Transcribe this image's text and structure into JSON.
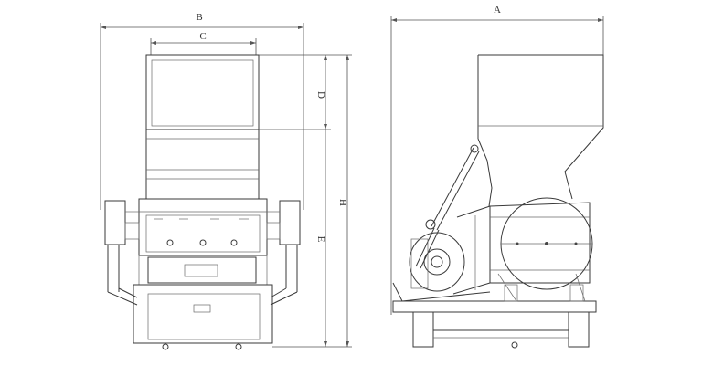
{
  "figure": {
    "front_view_labels": {
      "width": "B",
      "inner_width": "C",
      "hopper_height": "D",
      "body_height": "E",
      "total_height": "H"
    },
    "side_view_labels": {
      "depth": "A"
    }
  }
}
